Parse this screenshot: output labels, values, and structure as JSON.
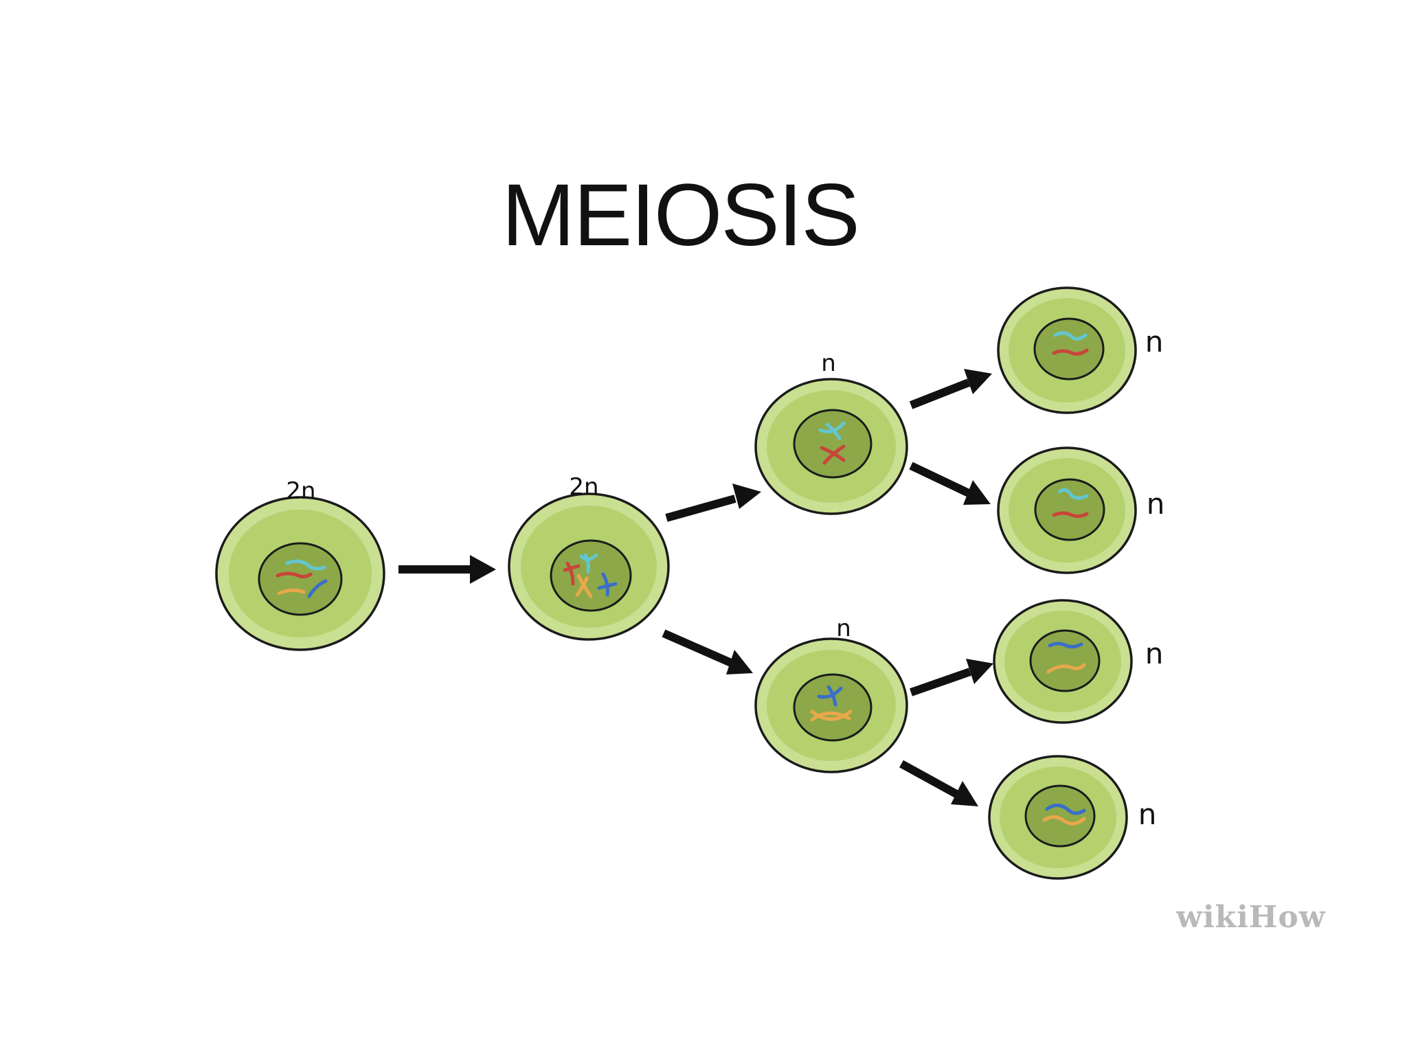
{
  "title": "MEIOSIS",
  "watermark": "wikiHow",
  "colors": {
    "cell_outer": "#c9df91",
    "cell_inner": "#b4d16e",
    "nucleus": "#8da849",
    "chromosome_red": "#c8453a",
    "chromosome_cyan": "#63c6cf",
    "chromosome_blue": "#3a6fc8",
    "chromosome_orange": "#e8a84a"
  },
  "cells": [
    {
      "id": "parent",
      "label": "2n",
      "chromosomes": [
        "red",
        "cyan",
        "blue",
        "orange"
      ]
    },
    {
      "id": "replicated",
      "label": "2n",
      "chromosomes": [
        "red",
        "cyan",
        "blue",
        "orange"
      ]
    },
    {
      "id": "meiosis1-top",
      "label": "n",
      "chromosomes": [
        "cyan",
        "red"
      ]
    },
    {
      "id": "meiosis1-bottom",
      "label": "n",
      "chromosomes": [
        "blue",
        "orange"
      ]
    },
    {
      "id": "gamete-1",
      "label": "n",
      "chromosomes": [
        "cyan",
        "red"
      ]
    },
    {
      "id": "gamete-2",
      "label": "n",
      "chromosomes": [
        "cyan",
        "red"
      ]
    },
    {
      "id": "gamete-3",
      "label": "n",
      "chromosomes": [
        "blue",
        "orange"
      ]
    },
    {
      "id": "gamete-4",
      "label": "n",
      "chromosomes": [
        "blue",
        "orange"
      ]
    }
  ]
}
